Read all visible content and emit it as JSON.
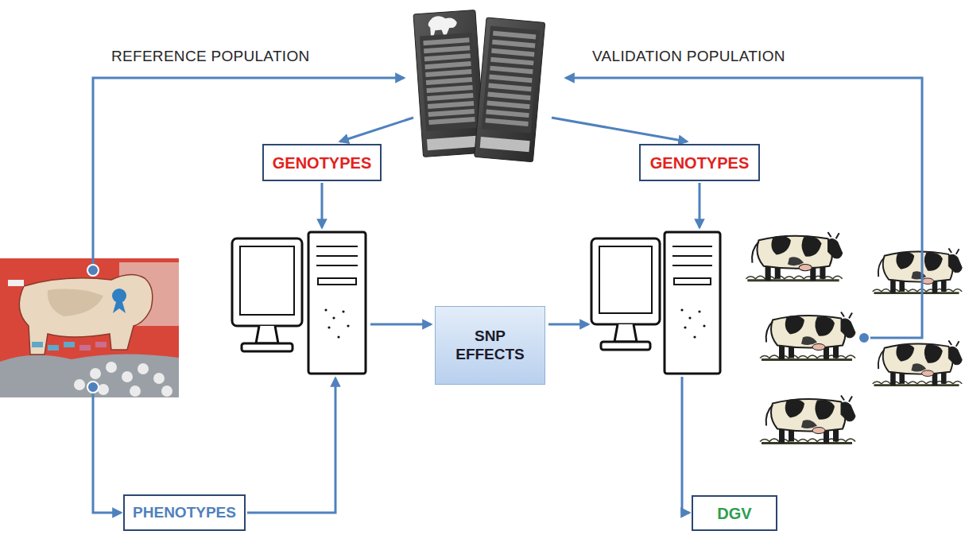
{
  "diagram": {
    "nodes": [
      {
        "text": [
          "GENOTYPES"
        ]
      },
      {
        "text": [
          "GENOTYPES"
        ]
      },
      {
        "text": [
          "SNP EFFECTS"
        ]
      },
      {
        "text": [
          "PHENOTYPES"
        ]
      },
      {
        "text": [
          "DGV"
        ]
      }
    ],
    "labels": [
      "REFERENCE POPULATION",
      "VALIDATION POPULATION"
    ]
  }
}
